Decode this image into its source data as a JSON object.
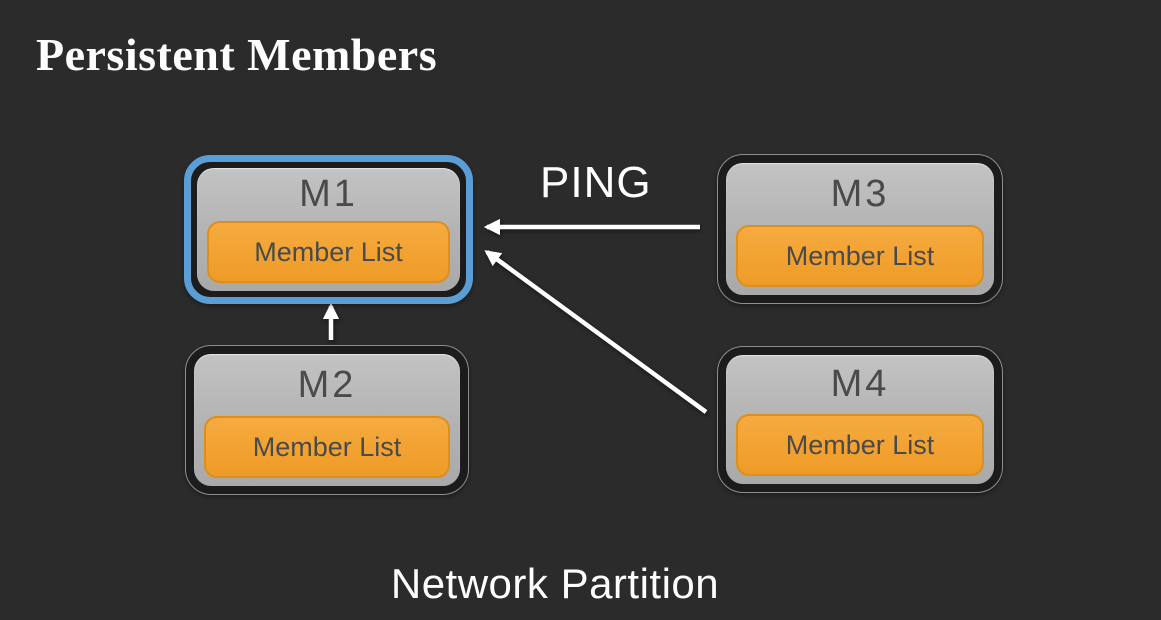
{
  "slide": {
    "title": "Persistent Members",
    "caption": "Network Partition"
  },
  "nodes": [
    {
      "label": "M1",
      "sublabel": "Member List",
      "highlighted": true
    },
    {
      "label": "M2",
      "sublabel": "Member List",
      "highlighted": false
    },
    {
      "label": "M3",
      "sublabel": "Member List",
      "highlighted": false
    },
    {
      "label": "M4",
      "sublabel": "Member List",
      "highlighted": false
    }
  ],
  "edges": [
    {
      "from": "M3",
      "to": "M1",
      "label": "PING"
    },
    {
      "from": "M2",
      "to": "M1",
      "label": ""
    },
    {
      "from": "M4",
      "to": "M1",
      "label": ""
    }
  ],
  "colors": {
    "background": "#2b2b2b",
    "node_fill": "#b2b2b2",
    "node_border": "#1c1c1c",
    "highlight_border": "#5b9ed6",
    "member_list_fill": "#f1a130",
    "member_list_border": "#dd8f1d",
    "arrow": "#ffffff",
    "text_dark": "#4a4a4a",
    "text_light": "#fdfdfd"
  }
}
